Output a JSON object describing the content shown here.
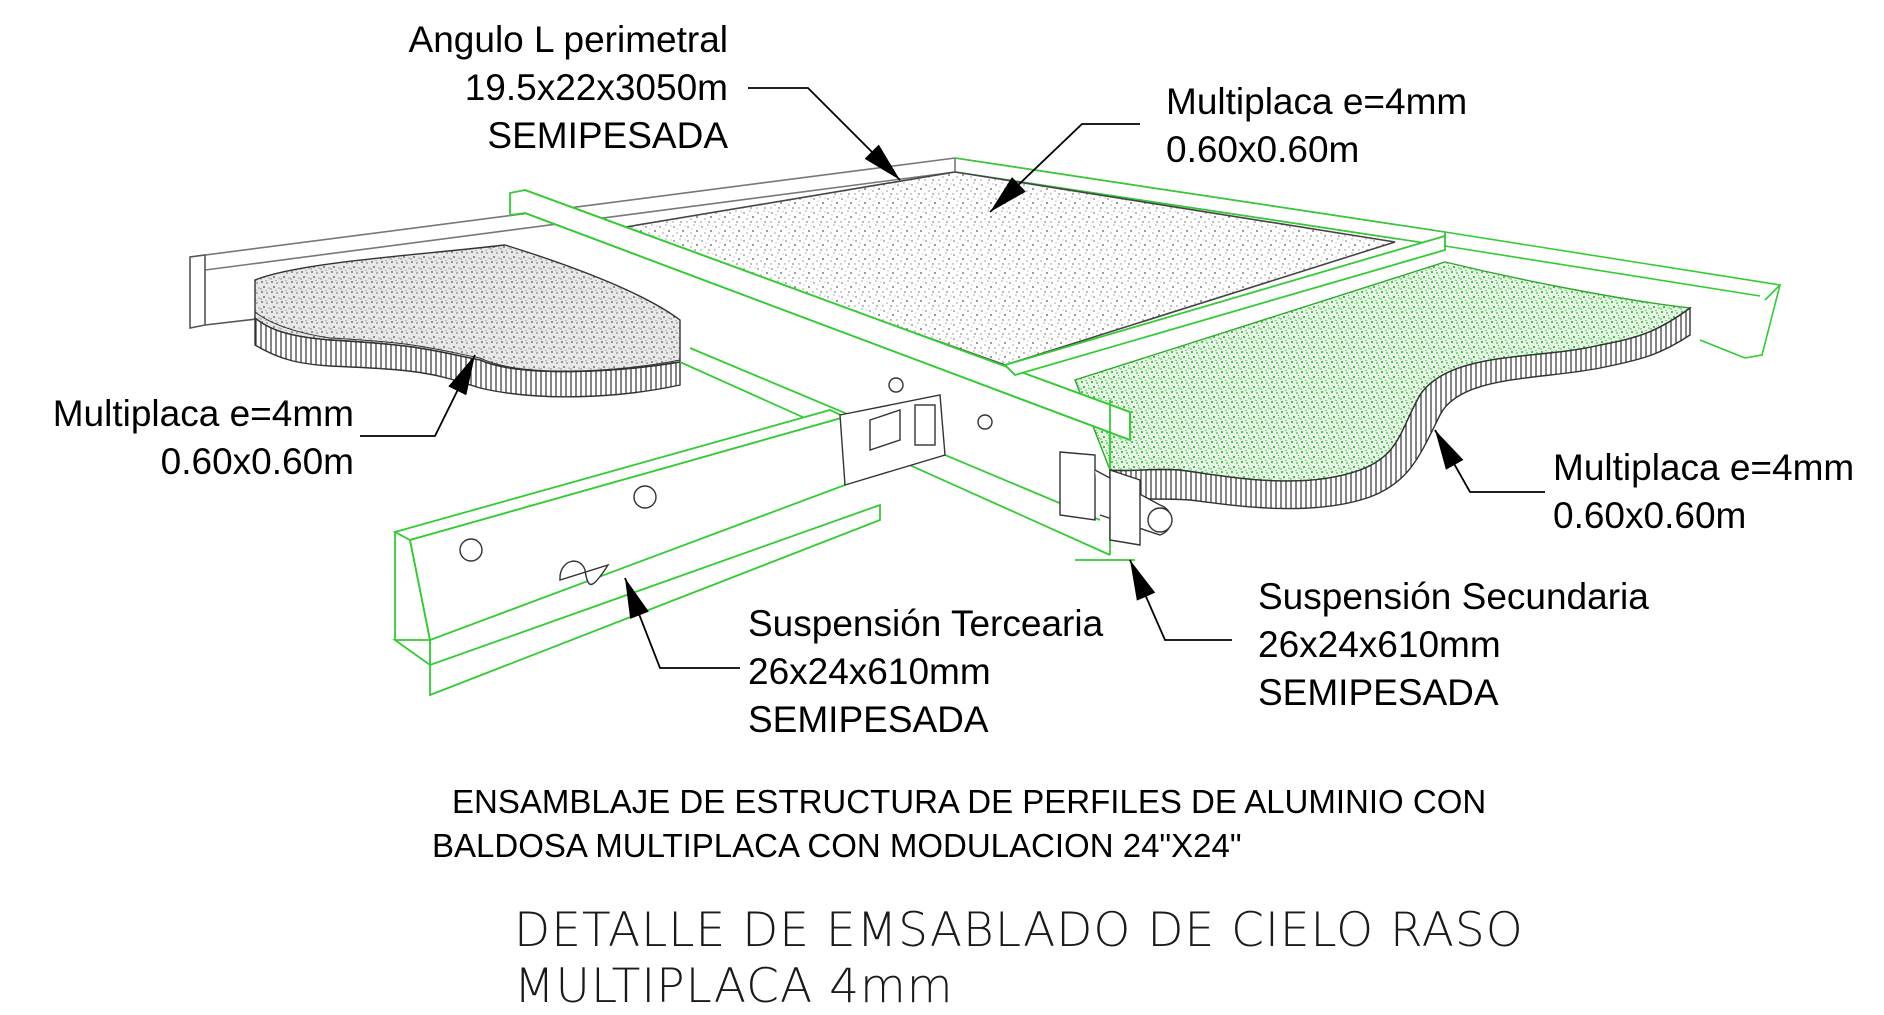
{
  "labels": {
    "angulo": {
      "line1": "Angulo L perimetral",
      "line2": "19.5x22x3050m",
      "line3": "SEMIPESADA"
    },
    "multiplaca_top": {
      "line1": "Multiplaca e=4mm",
      "line2": "0.60x0.60m"
    },
    "multiplaca_left": {
      "line1": "Multiplaca e=4mm",
      "line2": "0.60x0.60m"
    },
    "multiplaca_right": {
      "line1": "Multiplaca e=4mm",
      "line2": "0.60x0.60m"
    },
    "tercearia": {
      "line1": "Suspensión Tercearia",
      "line2": "26x24x610mm",
      "line3": "SEMIPESADA"
    },
    "secundaria": {
      "line1": "Suspensión Secundaria",
      "line2": "26x24x610mm",
      "line3": "SEMIPESADA"
    }
  },
  "caption": {
    "line1": "ENSAMBLAJE DE ESTRUCTURA DE PERFILES DE ALUMINIO CON",
    "line2": "BALDOSA MULTIPLACA CON MODULACION 24\"X24\""
  },
  "title": {
    "line1": "DETALLE DE EMSABLADO DE CIELO RASO",
    "line2": "MULTIPLACA 4mm"
  },
  "colors": {
    "profile_green": "#33cc33",
    "tile_gray": "#9a9a9a",
    "tile_green": "#2fbf2f",
    "line": "#000000"
  }
}
